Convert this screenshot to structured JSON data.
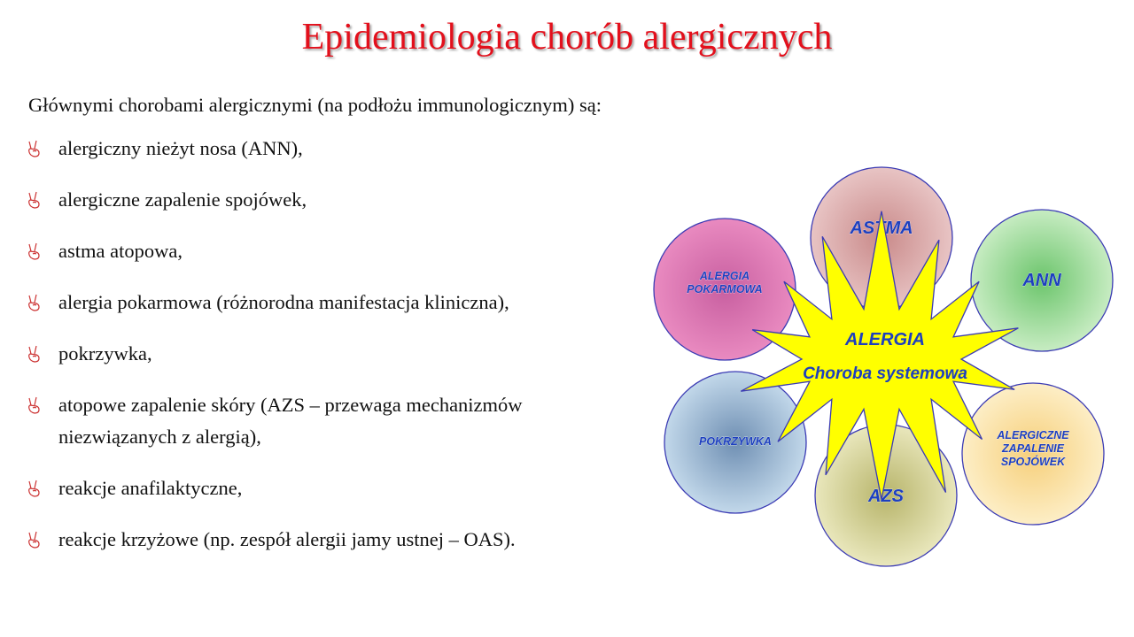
{
  "title": "Epidemiologia chorób alergicznych",
  "intro": "Głównymi chorobami alergicznymi (na podłożu immunologicznym) są:",
  "bullets": [
    "alergiczny nieżyt nosa (ANN),",
    "alergiczne zapalenie spojówek,",
    "astma atopowa,",
    "alergia pokarmowa (różnorodna manifestacja kliniczna),",
    "pokrzywka,",
    "atopowe zapalenie skóry (AZS – przewaga mechanizmów niezwiązanych z alergią),",
    "reakcje anafilaktyczne,",
    "reakcje krzyżowe (np. zespół alergii jamy ustnej – OAS)."
  ],
  "diagram": {
    "center": {
      "line1": "ALERGIA",
      "line2": "Choroba systemowa",
      "color": "#ffff00"
    },
    "label_color": "#1d3fbf",
    "circles": [
      {
        "id": "astma",
        "lines": [
          "ASTMA"
        ],
        "color": "#c98a8a",
        "edge": "#e8c4c4"
      },
      {
        "id": "ann",
        "lines": [
          "ANN"
        ],
        "color": "#6cc56c",
        "edge": "#c7ecc2"
      },
      {
        "id": "alergiczne-zapalenie-spojowek",
        "lines": [
          "ALERGICZNE",
          "ZAPALENIE",
          "SPOJÓWEK"
        ],
        "color": "#f6cf7a",
        "edge": "#fdeec6"
      },
      {
        "id": "azs",
        "lines": [
          "AZS"
        ],
        "color": "#b7b46a",
        "edge": "#e9e7bc"
      },
      {
        "id": "pokrzywka",
        "lines": [
          "POKRZYWKA"
        ],
        "color": "#6f8fb3",
        "edge": "#c2d8ea"
      },
      {
        "id": "alergia-pokarmowa",
        "lines": [
          "ALERGIA",
          "POKARMOWA"
        ],
        "color": "#c85fa0",
        "edge": "#e98ac0"
      }
    ]
  }
}
